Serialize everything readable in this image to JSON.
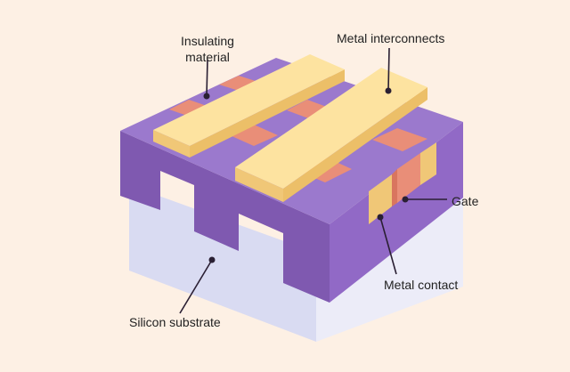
{
  "labels": {
    "insulating_material": "Insulating material",
    "metal_interconnects": "Metal interconnects",
    "gate": "Gate",
    "metal_contact": "Metal contact",
    "silicon_substrate": "Silicon substrate"
  },
  "colors": {
    "background": "#fdf0e4",
    "insulator_top": "#9b79cd",
    "insulator_front": "#7f59b0",
    "insulator_side": "#9169c6",
    "silicon_front": "#d9dbf2",
    "silicon_side": "#ececf8",
    "gate": "#e98e78",
    "metal_top": "#fde3a0",
    "metal_side": "#f0c777",
    "leader": "#2a1f33"
  }
}
